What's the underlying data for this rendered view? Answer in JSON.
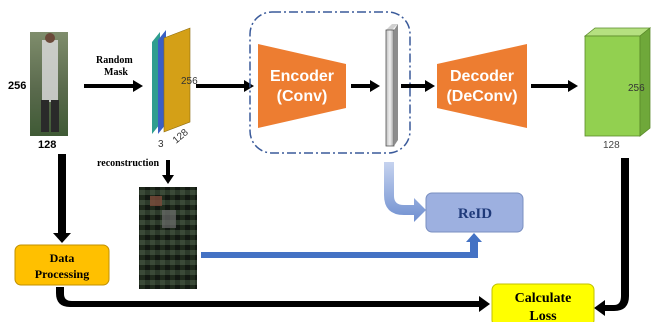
{
  "input": {
    "label_height": "256",
    "label_width": "128"
  },
  "random_mask": {
    "line1": "Random",
    "line2": "Mask"
  },
  "masked_stack": {
    "label_height": "256",
    "label_width": "128",
    "label_channels": "3"
  },
  "encoder": {
    "line1": "Encoder",
    "line2": "(Conv)"
  },
  "decoder": {
    "line1": "Decoder",
    "line2": "(DeConv)"
  },
  "output": {
    "label_height": "256",
    "label_width": "128"
  },
  "reconstruction": {
    "label": "reconstruction"
  },
  "reid": {
    "label": "ReID"
  },
  "data_processing": {
    "line1": "Data",
    "line2": "Processing"
  },
  "calculate_loss": {
    "line1": "Calculate",
    "line2": "Loss"
  },
  "colors": {
    "encoder_decoder": "#ed7d31",
    "reid_box": "#9db0e0",
    "data_processing": "#ffc000",
    "calculate_loss": "#ffff00",
    "output_cube": "#92d050",
    "dashed_frame": "#3a5a9a",
    "blue_arrow": "#4472c4"
  }
}
